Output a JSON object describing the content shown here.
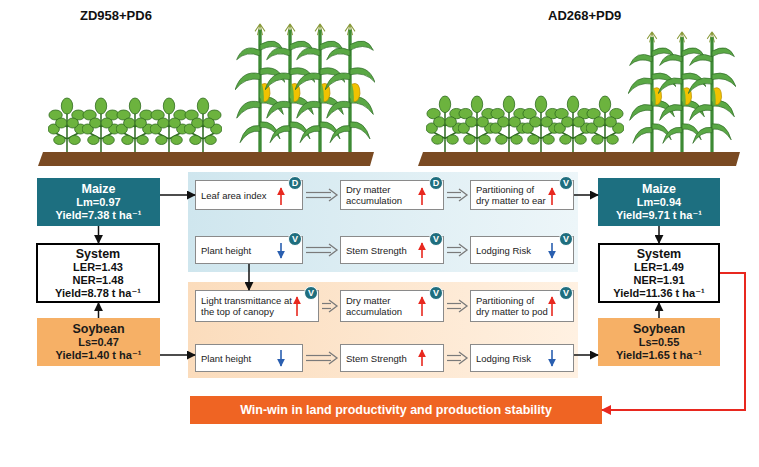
{
  "diagram": {
    "nodes": [
      {
        "text": [
          "Maize",
          "Lm=0.97",
          "Yield=7.38 t ha⁻¹"
        ]
      },
      {
        "text": [
          "Leaf area index"
        ]
      },
      {
        "text": [
          "D"
        ],
        "in": 1
      },
      {
        "text": [
          "Dry matter accumulation"
        ]
      },
      {
        "text": [
          "D"
        ],
        "in": 3
      },
      {
        "text": [
          "Partitioning of dry matter to ear"
        ]
      },
      {
        "text": [
          "V"
        ],
        "in": 5
      },
      {
        "text": [
          "Maize",
          "Lm=0.94",
          "Yield=9.71 t ha⁻¹"
        ]
      },
      {
        "text": [
          "System",
          "LER=1.43",
          "NER=1.48",
          "Yield=8.78 t ha⁻¹"
        ]
      },
      {
        "text": [
          "Plant height"
        ]
      },
      {
        "text": [
          "V"
        ],
        "in": 9
      },
      {
        "text": [
          "Stem Strength"
        ]
      },
      {
        "text": [
          "V"
        ],
        "in": 11
      },
      {
        "text": [
          "Lodging Risk"
        ]
      },
      {
        "text": [
          "V"
        ],
        "in": 13
      },
      {
        "text": [
          "System",
          "LER=1.49",
          "NER=1.91",
          "Yield=11.36 t ha⁻¹"
        ]
      },
      {
        "text": [
          "Light transmittance at the top of canopy"
        ]
      },
      {
        "text": [
          "V"
        ],
        "in": 16
      },
      {
        "text": [
          "Dry matter accumulation"
        ]
      },
      {
        "text": [
          "V"
        ],
        "in": 18
      },
      {
        "text": [
          "Partitioning of dry matter to pod"
        ]
      },
      {
        "text": [
          "V"
        ],
        "in": 20
      },
      {
        "text": [
          "Soybean",
          "Ls=0.47",
          "Yield=1.40 t ha⁻¹"
        ]
      },
      {
        "text": [
          "Plant height"
        ]
      },
      {
        "text": [
          "Stem Strength"
        ]
      },
      {
        "text": [
          "Lodging Risk"
        ]
      },
      {
        "text": [
          "Soybean",
          "Ls=0.55",
          "Yield=1.65 t ha⁻¹"
        ]
      },
      {
        "text": [
          "Win-win in land productivity and production stability"
        ]
      }
    ],
    "edges": [
      {
        "from": 0,
        "to": 8,
        "arrow": "to"
      },
      {
        "from": 22,
        "to": 8,
        "arrow": "to"
      },
      {
        "from": 7,
        "to": 15,
        "arrow": "to"
      },
      {
        "from": 26,
        "to": 15,
        "arrow": "to"
      },
      {
        "from": 0,
        "to": 1,
        "arrow": "to"
      },
      {
        "from": 5,
        "to": 7,
        "arrow": "to"
      },
      {
        "from": 22,
        "to": 23,
        "arrow": "to"
      },
      {
        "from": 25,
        "to": 26,
        "arrow": "to"
      },
      {
        "from": 1,
        "to": 3,
        "arrow": "to"
      },
      {
        "from": 3,
        "to": 5,
        "arrow": "to"
      },
      {
        "from": 9,
        "to": 11,
        "arrow": "to"
      },
      {
        "from": 11,
        "to": 13,
        "arrow": "to"
      },
      {
        "from": 16,
        "to": 18,
        "arrow": "to"
      },
      {
        "from": 18,
        "to": 20,
        "arrow": "to"
      },
      {
        "from": 23,
        "to": 24,
        "arrow": "to"
      },
      {
        "from": 24,
        "to": 25,
        "arrow": "to"
      },
      {
        "from": 9,
        "to": 16,
        "arrow": "to"
      },
      {
        "from": 15,
        "to": 27,
        "arrow": "to"
      }
    ],
    "labels": [
      "ZD958+PD6",
      "AD268+PD9"
    ]
  }
}
